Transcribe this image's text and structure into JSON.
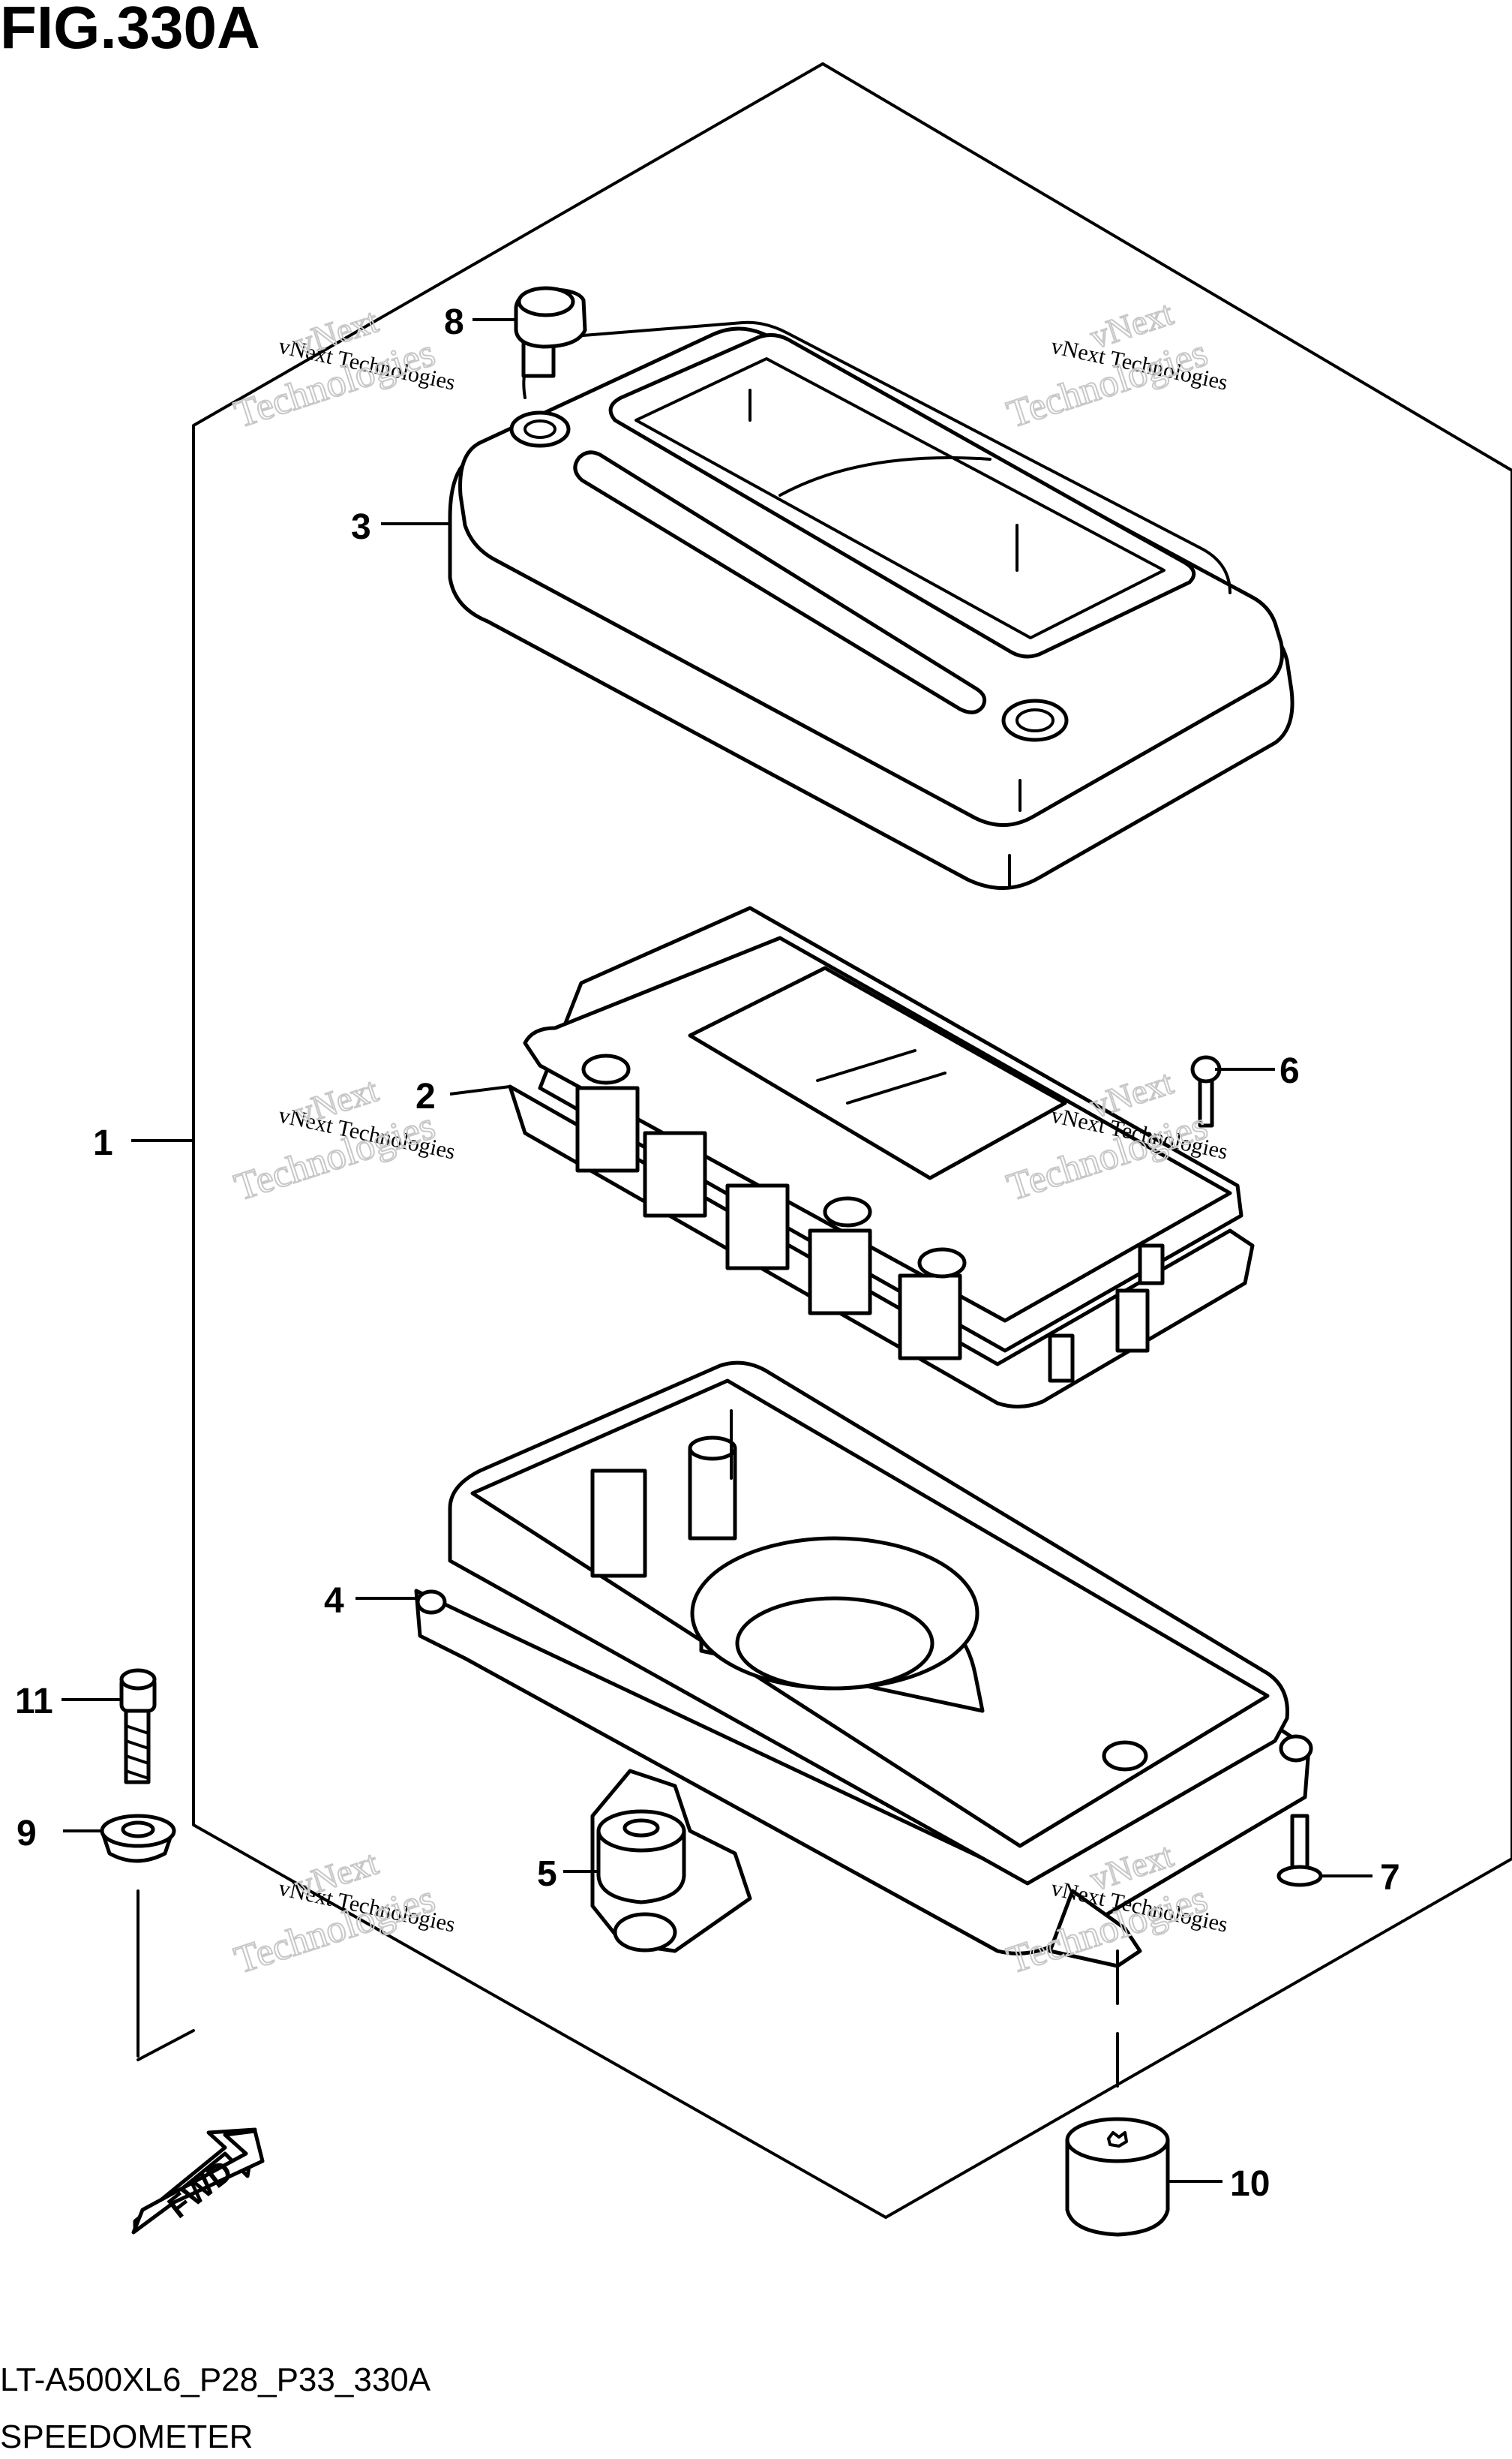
{
  "figure": {
    "title": "FIG.330A",
    "code": "LT-A500XL6_P28_P33_330A",
    "name": "SPEEDOMETER"
  },
  "watermark": {
    "line1": "vNext Technologies",
    "line2a": "vNext",
    "line2b": "Technologies"
  },
  "direction_label": "FWD",
  "callouts": [
    {
      "number": "1"
    },
    {
      "number": "2"
    },
    {
      "number": "3"
    },
    {
      "number": "4"
    },
    {
      "number": "5"
    },
    {
      "number": "6"
    },
    {
      "number": "7"
    },
    {
      "number": "8"
    },
    {
      "number": "9"
    },
    {
      "number": "10"
    },
    {
      "number": "11"
    }
  ]
}
